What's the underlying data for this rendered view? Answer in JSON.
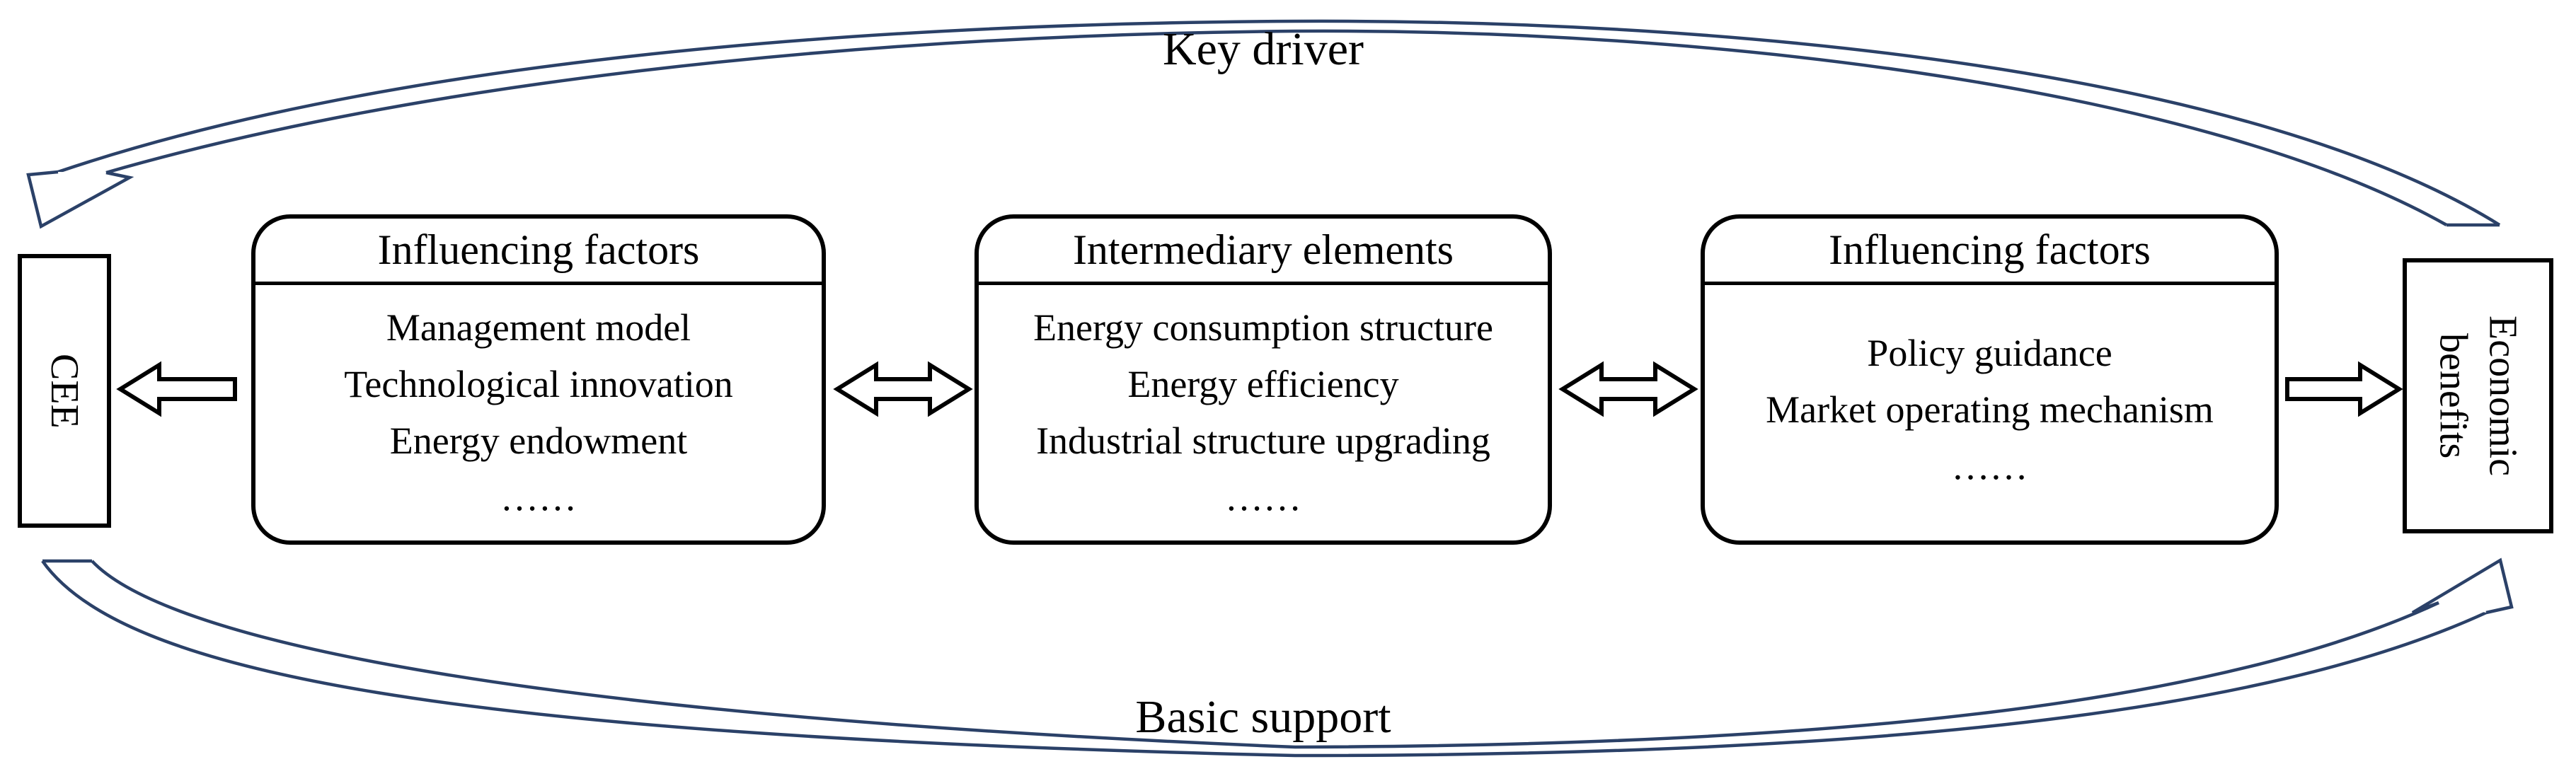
{
  "figure": {
    "top_arrow_label": "Key driver",
    "bottom_arrow_label": "Basic support",
    "left_node_label": "CEE",
    "right_node_line1": "Economic",
    "right_node_line2": "benefits",
    "boxes": [
      {
        "title": "Influencing factors",
        "items": [
          "Management model",
          "Technological innovation",
          "Energy endowment",
          "……"
        ]
      },
      {
        "title": "Intermediary elements",
        "items": [
          "Energy consumption structure",
          "Energy efficiency",
          "Industrial structure upgrading",
          "……"
        ]
      },
      {
        "title": "Influencing factors",
        "items": [
          "Policy guidance",
          "Market operating mechanism",
          "……"
        ]
      }
    ],
    "colors": {
      "arc_blue": "#2b4168",
      "ink_black": "#000000",
      "background": "#ffffff"
    }
  }
}
